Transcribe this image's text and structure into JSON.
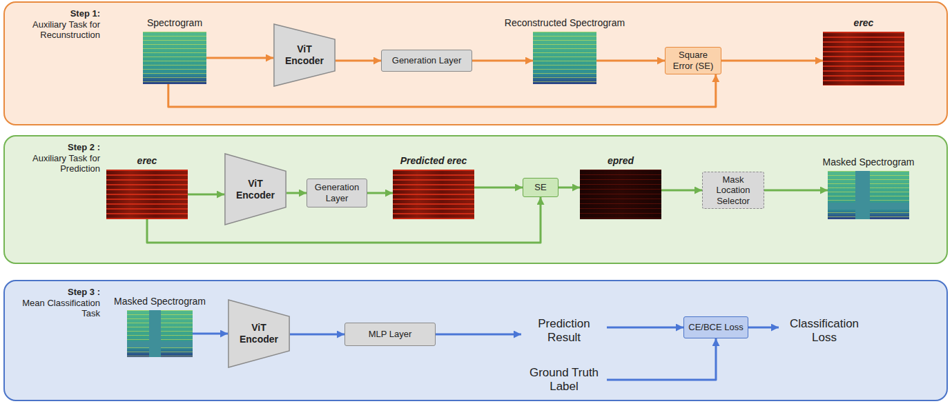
{
  "diagram": {
    "nodes": [
      {
        "text": [
          "Step 1:",
          "Auxiliary Task for Recunstruction"
        ]
      },
      {
        "text": [
          "Spectrogram"
        ],
        "in": 0
      },
      {
        "text": [
          "ViT Encoder"
        ],
        "in": 0
      },
      {
        "text": [
          "Generation Layer"
        ],
        "in": 0
      },
      {
        "text": [
          "Reconstructed Spectrogram"
        ],
        "in": 0
      },
      {
        "text": [
          "Square Error (SE)"
        ],
        "in": 0
      },
      {
        "text": [
          "erec"
        ],
        "in": 0
      },
      {
        "text": [
          "Step 2 :",
          "Auxiliary Task for Prediction"
        ]
      },
      {
        "text": [
          "erec"
        ],
        "in": 7
      },
      {
        "text": [
          "ViT Encoder"
        ],
        "in": 7
      },
      {
        "text": [
          "Generation Layer"
        ],
        "in": 7
      },
      {
        "text": [
          "Predicted erec"
        ],
        "in": 7
      },
      {
        "text": [
          "SE"
        ],
        "in": 7
      },
      {
        "text": [
          "epred"
        ],
        "in": 7
      },
      {
        "text": [
          "Mask Location Selector"
        ],
        "in": 7
      },
      {
        "text": [
          "Masked Spectrogram"
        ],
        "in": 7
      },
      {
        "text": [
          "Step 3 :",
          "Mean Classification Task"
        ]
      },
      {
        "text": [
          "Masked Spectrogram"
        ],
        "in": 16
      },
      {
        "text": [
          "ViT Encoder"
        ],
        "in": 16
      },
      {
        "text": [
          "MLP Layer"
        ],
        "in": 16
      },
      {
        "text": [
          "Prediction Result"
        ],
        "in": 16
      },
      {
        "text": [
          "Ground Truth Label"
        ],
        "in": 16
      },
      {
        "text": [
          "CE/BCE Loss"
        ],
        "in": 16
      },
      {
        "text": [
          "Classification Loss"
        ],
        "in": 16
      }
    ],
    "edges": [
      {
        "from": 1,
        "to": 2,
        "arrow": "to"
      },
      {
        "from": 2,
        "to": 3,
        "arrow": "to"
      },
      {
        "from": 3,
        "to": 4,
        "arrow": "to"
      },
      {
        "from": 4,
        "to": 5,
        "arrow": "to"
      },
      {
        "from": 5,
        "to": 6,
        "arrow": "to"
      },
      {
        "from": 1,
        "to": 5,
        "arrow": "to"
      },
      {
        "from": 8,
        "to": 9,
        "arrow": "to"
      },
      {
        "from": 9,
        "to": 10,
        "arrow": "to"
      },
      {
        "from": 10,
        "to": 11,
        "arrow": "to"
      },
      {
        "from": 11,
        "to": 12,
        "arrow": "to"
      },
      {
        "from": 12,
        "to": 13,
        "arrow": "to"
      },
      {
        "from": 13,
        "to": 14,
        "arrow": "to"
      },
      {
        "from": 14,
        "to": 15,
        "arrow": "to"
      },
      {
        "from": 8,
        "to": 12,
        "arrow": "to"
      },
      {
        "from": 17,
        "to": 18,
        "arrow": "to"
      },
      {
        "from": 18,
        "to": 19,
        "arrow": "to"
      },
      {
        "from": 19,
        "to": 20,
        "arrow": "to"
      },
      {
        "from": 20,
        "to": 22,
        "arrow": "to"
      },
      {
        "from": 21,
        "to": 22,
        "arrow": "to"
      },
      {
        "from": 22,
        "to": 23,
        "arrow": "to"
      }
    ]
  }
}
